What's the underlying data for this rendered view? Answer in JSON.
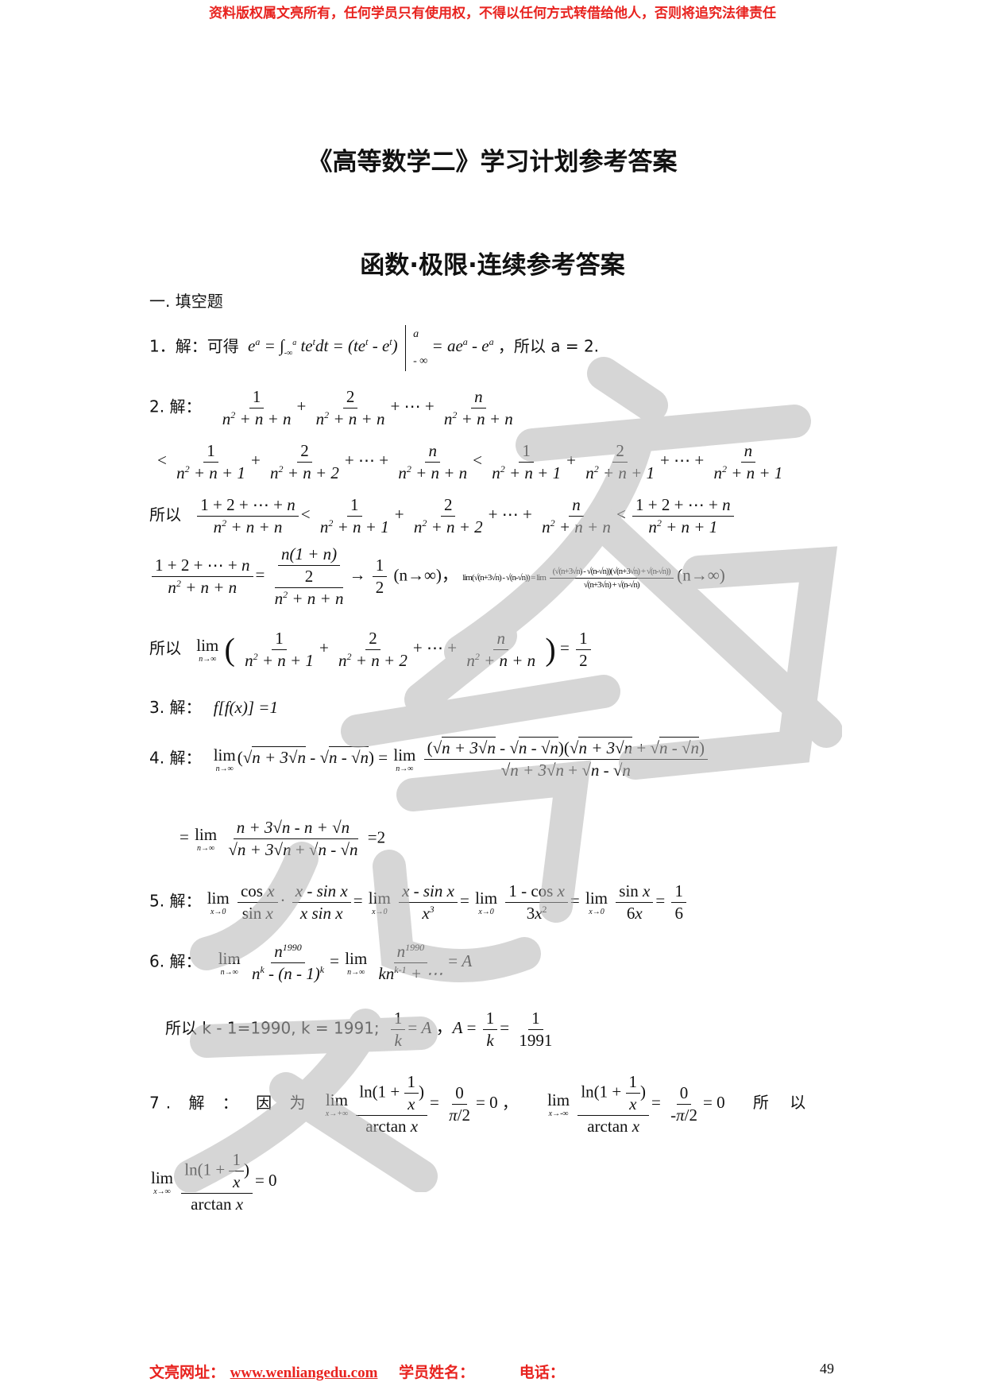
{
  "header": {
    "copyright": "资料版权属文亮所有，任何学员只有使用权，不得以任何方式转借给他人，否则将追究法律责任"
  },
  "title": "《高等数学二》学习计划参考答案",
  "subtitle": "函数·极限·连续参考答案",
  "section": "一. 填空题",
  "labels": {
    "q1": "1．解：可得",
    "q1_tail": "，所以 a = 2.",
    "q2": "2. 解：",
    "q2_so": "所以",
    "q2_so2": "所以",
    "q2_ninf": "(n→∞)，",
    "q2_ninf2": "(n→∞)",
    "q3": "3. 解：",
    "q3_expr": "f[f(x)] =1",
    "q4": "4. 解：",
    "q4_result": "=2",
    "q5": "5. 解：",
    "q6": "6. 解：",
    "q6_line2_a": "所以  k - 1=1990,   k = 1991;",
    "q7": "7.  解 ： 因 为",
    "q7_so": "所 以",
    "comma": "，"
  },
  "footer": {
    "site_label": "文亮网址：",
    "url": "www.wenliangedu.com",
    "student_label": "学员姓名：",
    "phone_label": "电话："
  },
  "page_number": "49",
  "watermark": {
    "text": "文亮教育",
    "color": "#c8c8c8"
  }
}
